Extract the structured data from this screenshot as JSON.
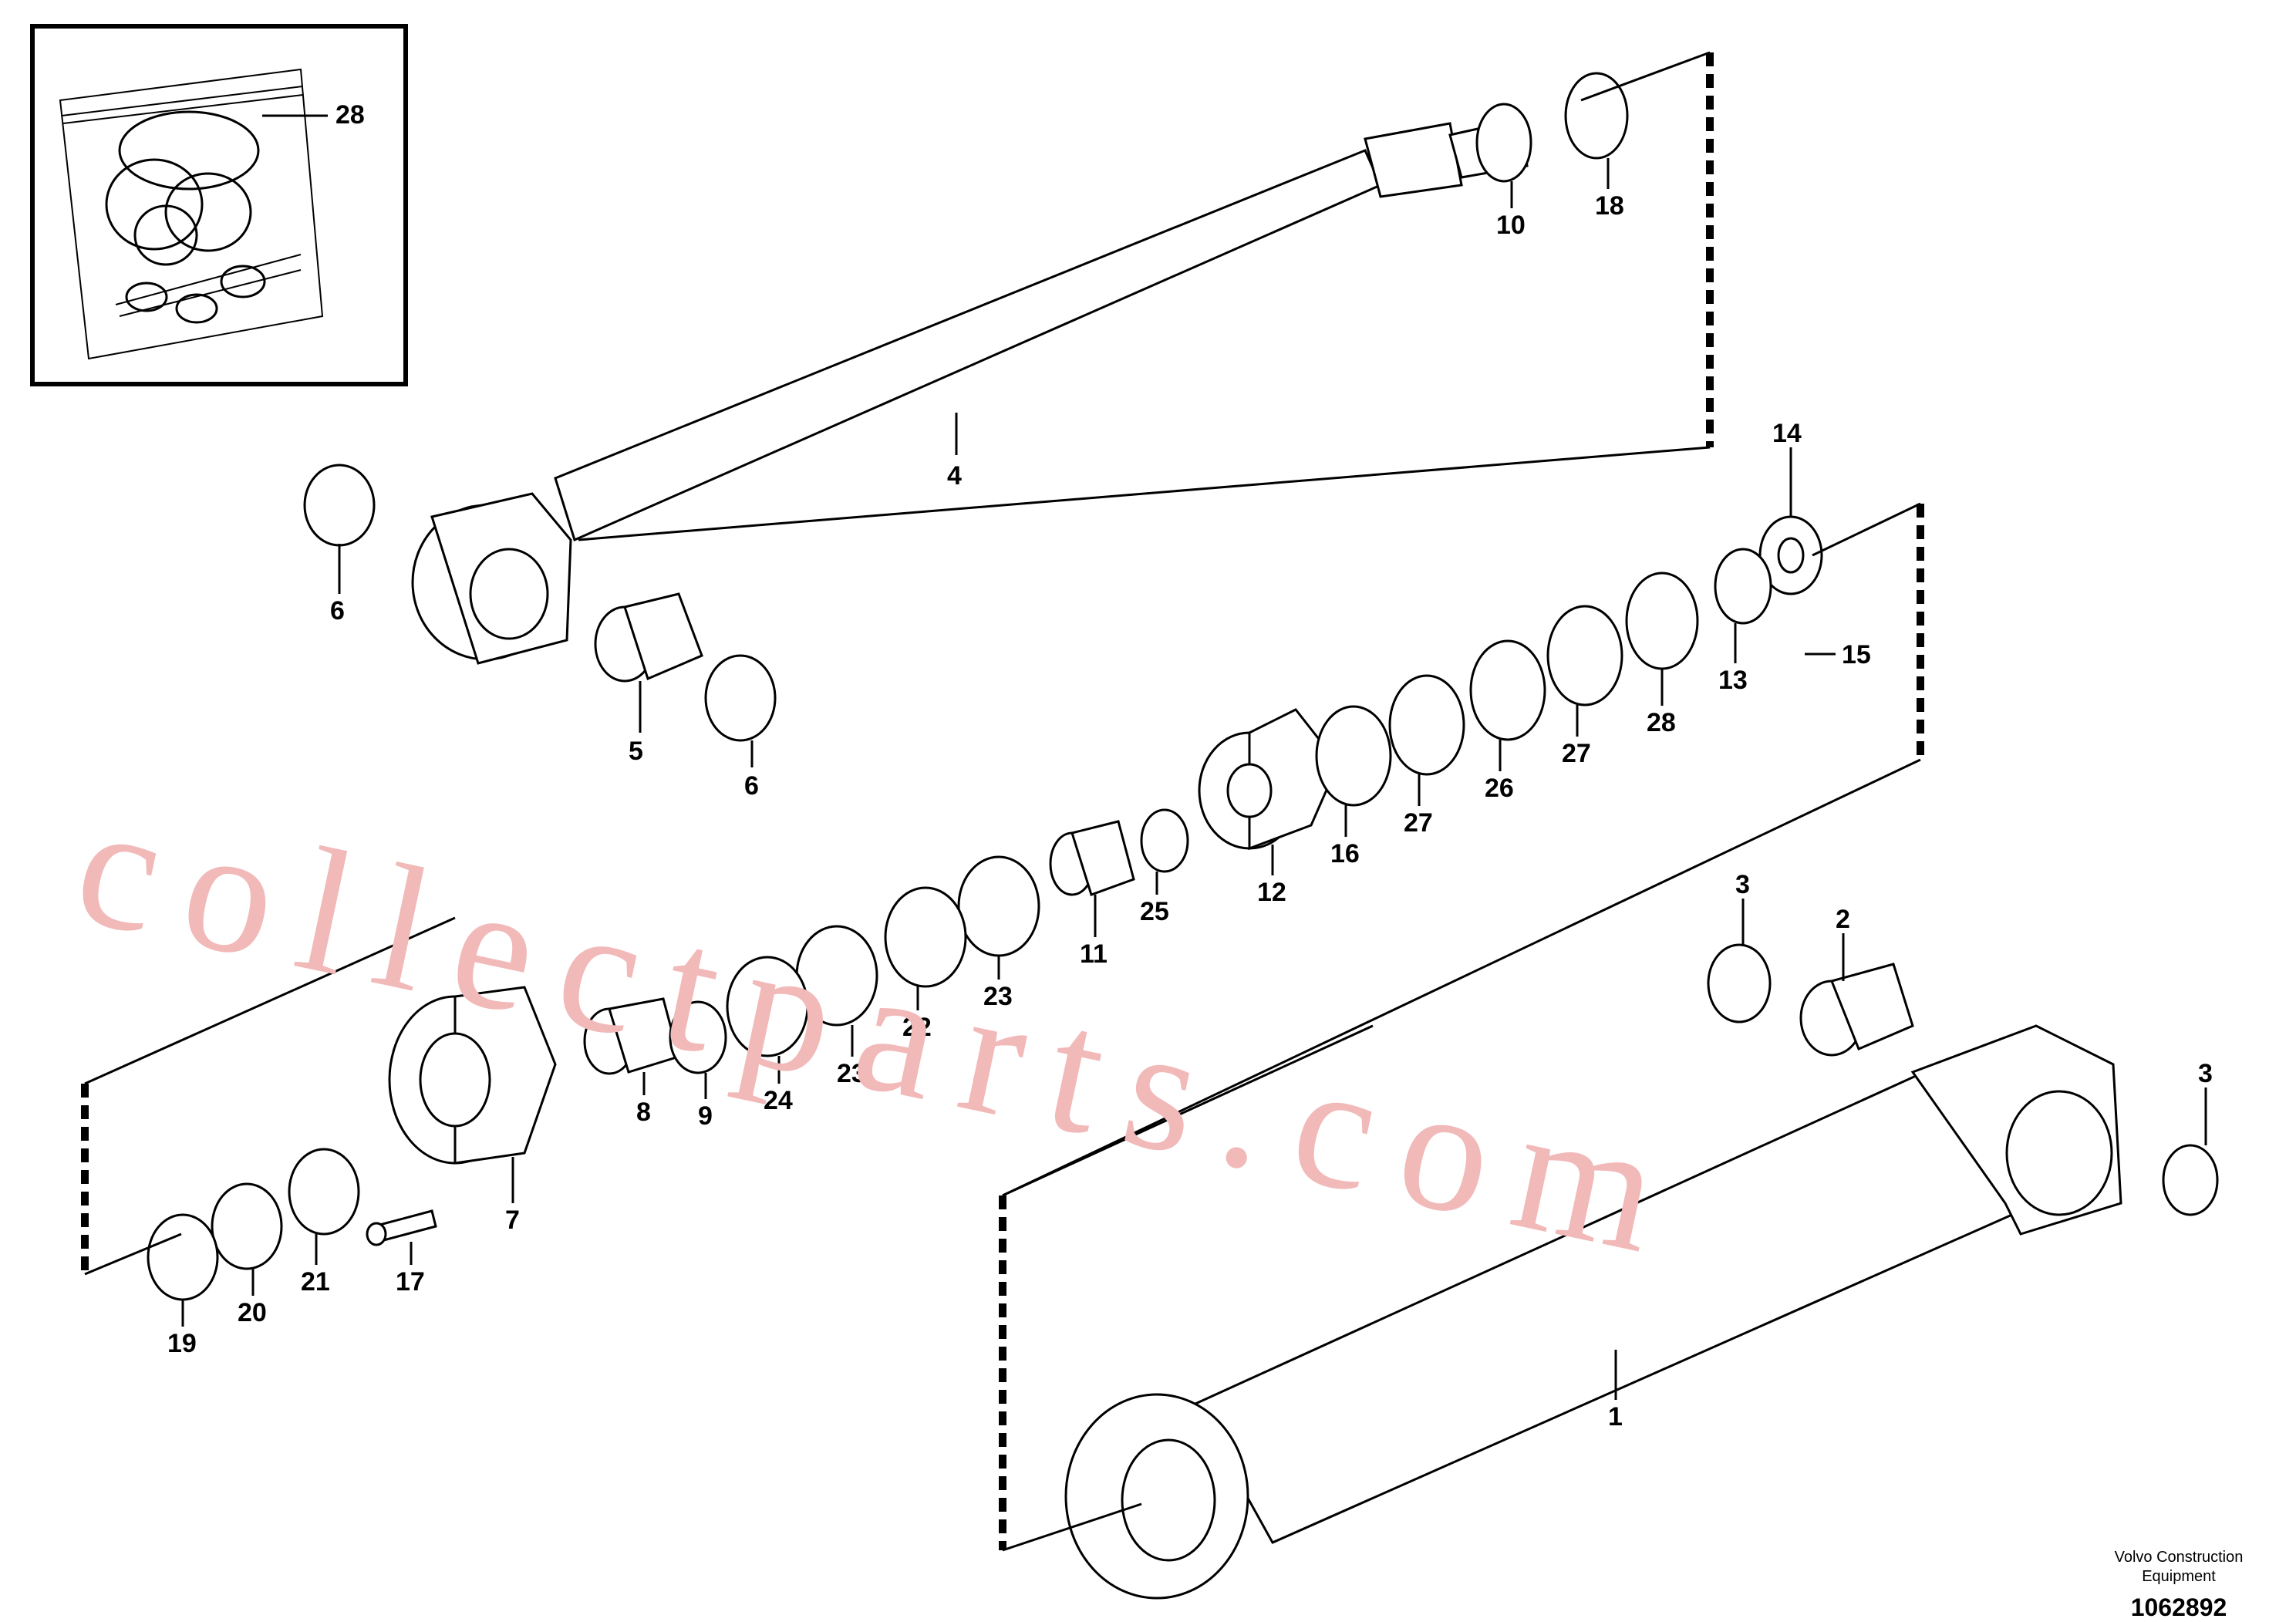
{
  "callouts": [
    "28",
    "4",
    "10",
    "18",
    "6",
    "5",
    "6",
    "14",
    "15",
    "13",
    "28",
    "27",
    "26",
    "27",
    "16",
    "12",
    "25",
    "11",
    "23",
    "22",
    "23",
    "24",
    "9",
    "8",
    "7",
    "17",
    "21",
    "20",
    "19",
    "3",
    "2",
    "3",
    "1"
  ],
  "brand": {
    "line1": "Volvo Construction",
    "line2": "Equipment"
  },
  "document_number": "1062892",
  "watermark": "collectparts.com"
}
